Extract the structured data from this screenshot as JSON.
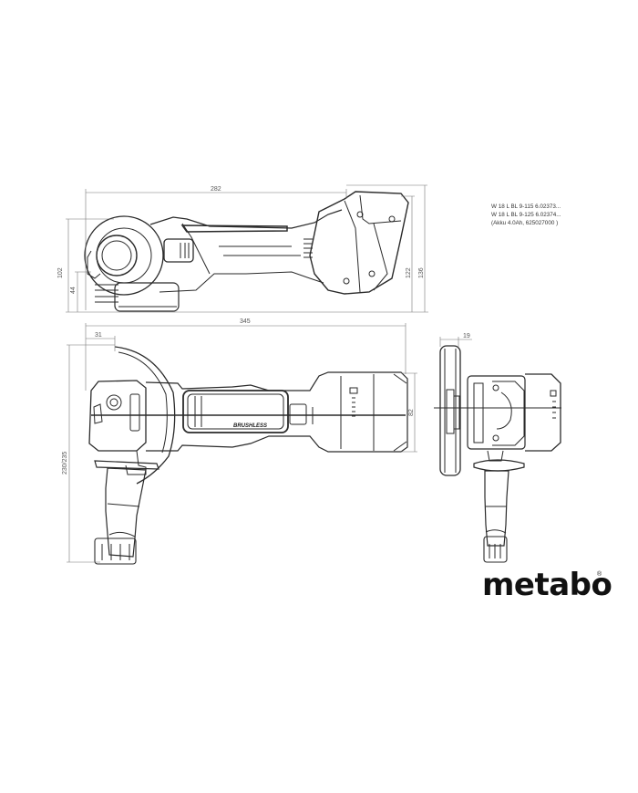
{
  "spec_block": {
    "lines": [
      "W 18 L BL 9-115   6.02373...",
      "W 18 L BL 9-125   6.02374...",
      "(Akku 4.0Ah, 625027000 )"
    ]
  },
  "dimensions": {
    "side_view": {
      "length_without_battery": "282",
      "height_total": "102",
      "height_lower": "44",
      "battery_height": "122",
      "overall_height": "136"
    },
    "top_view": {
      "overall_length": "345",
      "guard_offset": "31",
      "width_with_handle": "230/235",
      "battery_width": "82"
    },
    "front_view": {
      "disc_offset": "19"
    }
  },
  "labels": {
    "brushless_marking": "BRUSHLESS"
  },
  "brand": {
    "logo": "metabo",
    "registered": "®"
  },
  "colors": {
    "line": "#2a2a2a",
    "dim_line": "#777777",
    "background": "#ffffff"
  }
}
